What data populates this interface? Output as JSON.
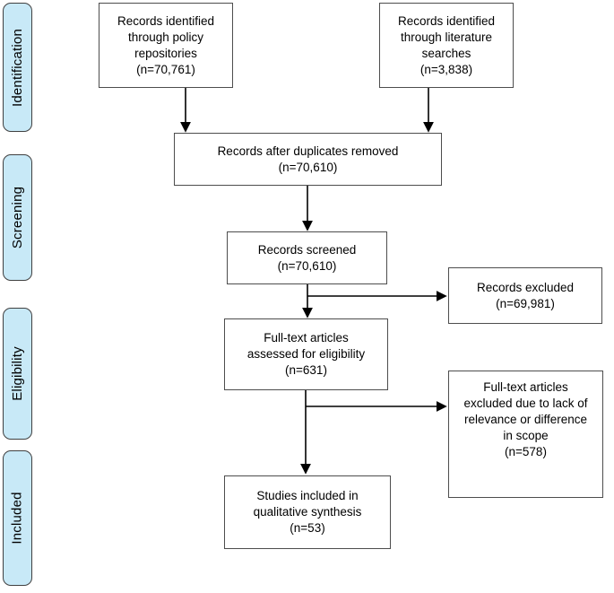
{
  "stages": {
    "identification": {
      "label": "Identification"
    },
    "screening": {
      "label": "Screening"
    },
    "eligibility": {
      "label": "Eligibility"
    },
    "included": {
      "label": "Included"
    }
  },
  "boxes": {
    "policy": {
      "text": "Records identified\nthrough policy\nrepositories\n(n=70,761)",
      "count": "70,761"
    },
    "literature": {
      "text": "Records identified\nthrough literature\nsearches\n(n=3,838)",
      "count": "3,838"
    },
    "duplicates_removed": {
      "text": "Records after duplicates removed\n(n=70,610)",
      "count": "70,610"
    },
    "screened": {
      "text": "Records screened\n(n=70,610)",
      "count": "70,610"
    },
    "records_excluded": {
      "text": "Records excluded\n(n=69,981)",
      "count": "69,981"
    },
    "fulltext_assessed": {
      "text": "Full-text articles\nassessed for eligibility\n(n=631)",
      "count": "631"
    },
    "fulltext_excluded": {
      "text": "Full-text articles\nexcluded due to lack of\nrelevance or difference\nin scope\n(n=578)",
      "count": "578"
    },
    "included_studies": {
      "text": "Studies included in\nqualitative synthesis\n(n=53)",
      "count": "53"
    }
  },
  "colors": {
    "page-bg": "#ffffff",
    "stage-fill": "#c8e9f7",
    "stage-border": "#404040",
    "box-fill": "#ffffff",
    "box-border": "#4d4d4d",
    "arrow": "#000000"
  }
}
